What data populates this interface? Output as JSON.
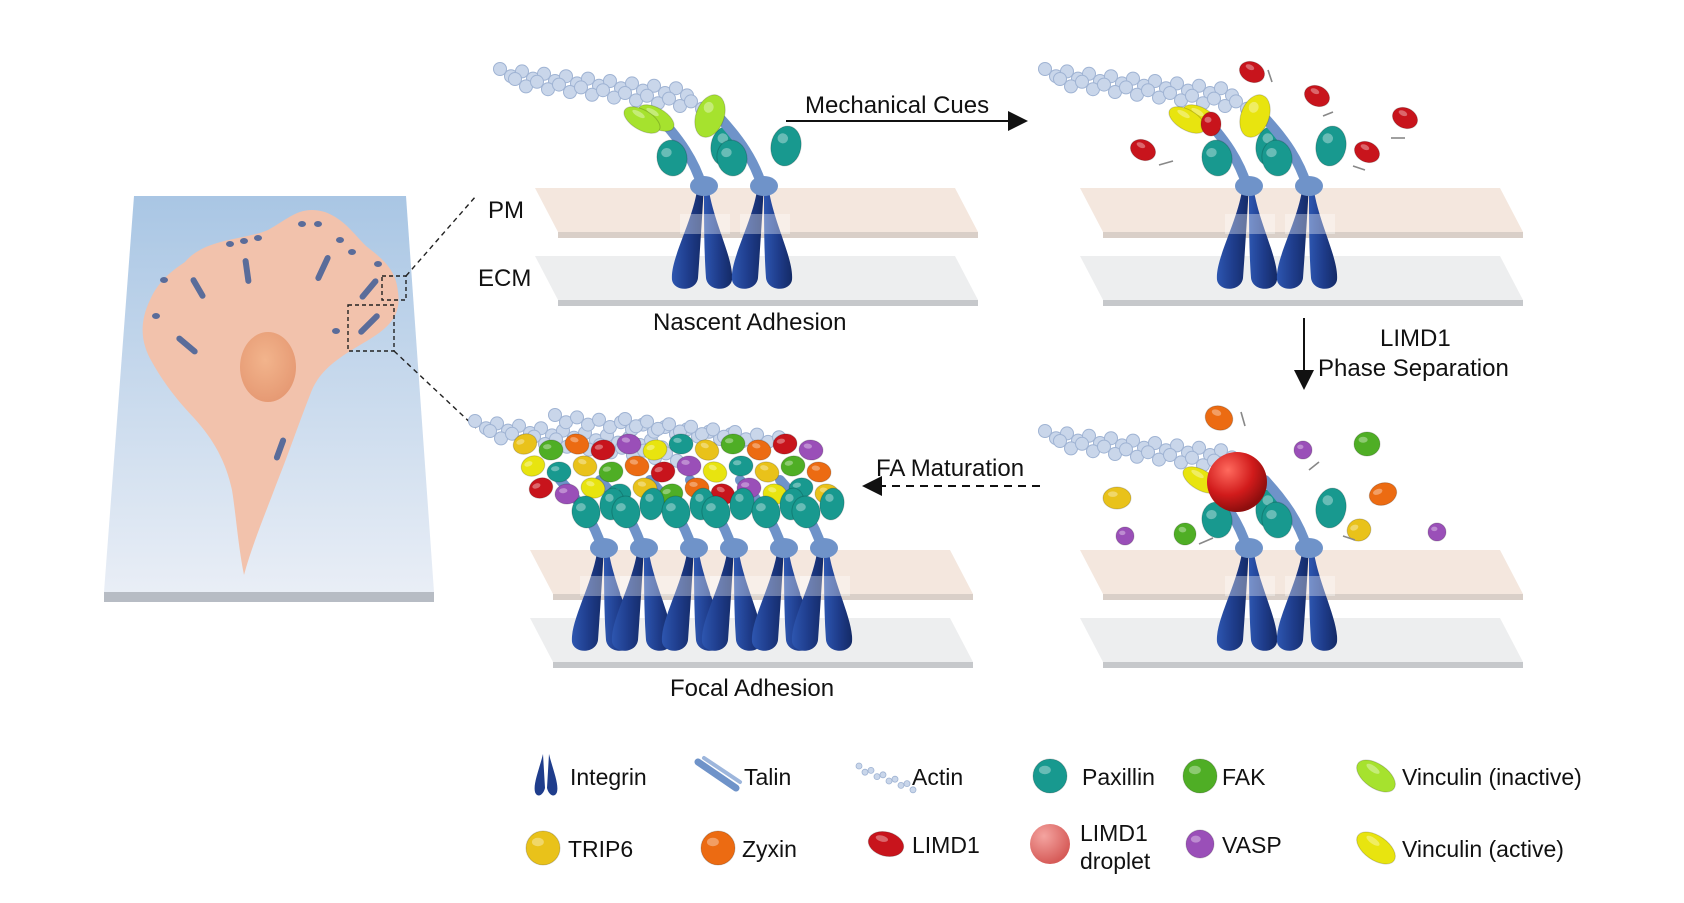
{
  "labels": {
    "pm": "PM",
    "ecm": "ECM",
    "nascent": "Nascent Adhesion",
    "focal": "Focal Adhesion",
    "mechanical_cues": "Mechanical Cues",
    "limd1_line1": "LIMD1",
    "limd1_line2": "Phase Separation",
    "fa_maturation": "FA Maturation"
  },
  "legend": [
    {
      "label": "Integrin",
      "icon": "integrin-icon",
      "color": "#1f3d8c"
    },
    {
      "label": "Talin",
      "icon": "talin-icon",
      "color": "#6f93c9"
    },
    {
      "label": "Actin",
      "icon": "actin-icon",
      "color": "#aabbd6"
    },
    {
      "label": "Paxillin",
      "icon": "paxillin-icon",
      "color": "#18998f"
    },
    {
      "label": "FAK",
      "icon": "fak-icon",
      "color": "#4fae25"
    },
    {
      "label": "Vinculin (inactive)",
      "icon": "vinculin-inactive-icon",
      "color": "#a6e22e"
    },
    {
      "label": "TRIP6",
      "icon": "trip6-icon",
      "color": "#e9c21a"
    },
    {
      "label": "Zyxin",
      "icon": "zyxin-icon",
      "color": "#ec6b12"
    },
    {
      "label": "LIMD1",
      "icon": "limd1-icon",
      "color": "#c8141c"
    },
    {
      "label": "LIMD1\ndroplet",
      "label_line1": "LIMD1",
      "label_line2": "droplet",
      "icon": "limd1-droplet-icon",
      "color": "#e06a68"
    },
    {
      "label": "VASP",
      "icon": "vasp-icon",
      "color": "#9a4fb8"
    },
    {
      "label": "Vinculin (active)",
      "icon": "vinculin-active-icon",
      "color": "#e8e40f"
    }
  ]
}
